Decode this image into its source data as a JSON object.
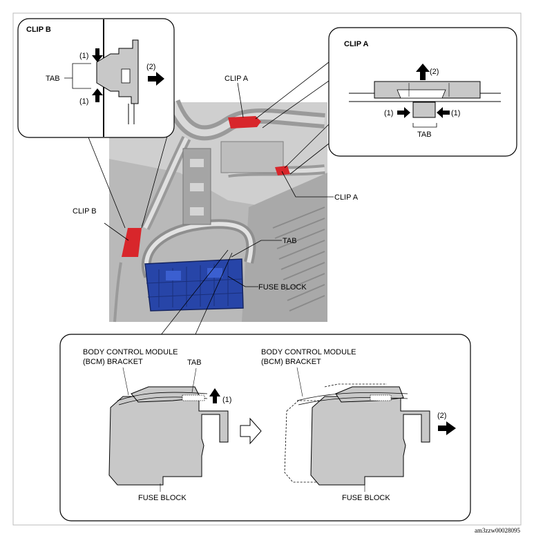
{
  "callouts": {
    "clip_b_title": "CLIP B",
    "clip_a_title": "CLIP A",
    "tab": "TAB",
    "step1": "(1)",
    "step2": "(2)"
  },
  "photo_labels": {
    "clip_a_top": "CLIP A",
    "clip_a_right": "CLIP A",
    "clip_b": "CLIP B",
    "tab": "TAB",
    "fuse_block": "FUSE BLOCK"
  },
  "bottom": {
    "bcm_line1": "BODY CONTROL MODULE",
    "bcm_line2": "(BCM) BRACKET",
    "tab": "TAB",
    "fuse_block": "FUSE BLOCK",
    "step1": "(1)",
    "step2": "(2)"
  },
  "figure_code": "am3zzw00028095",
  "colors": {
    "clip_red": "#d8262b",
    "fuse_blue": "#2745a8",
    "part_gray": "#c8c8c8",
    "photo_gray": "#b9b9b9"
  }
}
